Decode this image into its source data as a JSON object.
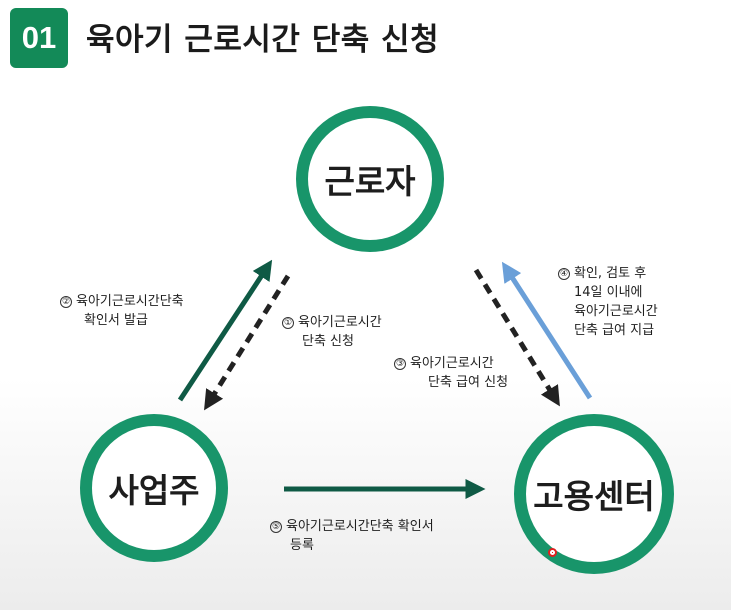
{
  "header": {
    "badge": "01",
    "title": "육아기 근로시간 단축 신청"
  },
  "nodes": {
    "worker": "근로자",
    "employer": "사업주",
    "center": "고용센터"
  },
  "steps": {
    "s1": {
      "num": "①",
      "line1": "육아기근로시간",
      "line2": "단축 신청"
    },
    "s2": {
      "num": "②",
      "line1": "육아기근로시간단축",
      "line2": "확인서 발급"
    },
    "s3": {
      "num": "③",
      "line1": "육아기근로시간",
      "line2": "단축 급여 신청"
    },
    "s4": {
      "num": "④",
      "line1": "확인, 검토 후",
      "line2": "14일 이내에",
      "line3": "육아기근로시간",
      "line4": "단축 급여 지급"
    },
    "s5": {
      "num": "⑤",
      "line1": "육아기근로시간단축 확인서",
      "line2": "등록"
    }
  },
  "colors": {
    "green": "#18956a",
    "dark_green": "#0f5a45",
    "blue": "#6a9fd8",
    "dark": "#222222"
  },
  "icons": {
    "cursor": "mouse-cursor-icon"
  }
}
